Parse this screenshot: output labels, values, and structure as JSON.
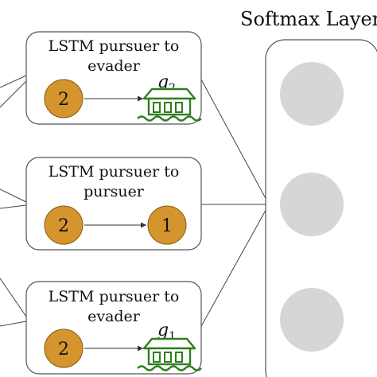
{
  "colors": {
    "agent_fill": "#D4952F",
    "agent_stroke": "#8A5A12",
    "goal_color": "#2E7D1E",
    "softmax_neuron": "#D6D6D6",
    "box_stroke": "#555555",
    "edge_stroke": "#444444"
  },
  "softmax": {
    "title": "Softmax Layer",
    "neuron_count": 3
  },
  "lstm_boxes": [
    {
      "line1": "LSTM pursuer to",
      "line2": "evader",
      "source_label": "2",
      "target_kind": "goal",
      "goal_base": "g",
      "goal_sub": "2",
      "goal_icon": "house-goal-icon"
    },
    {
      "line1": "LSTM pursuer to",
      "line2": "pursuer",
      "source_label": "2",
      "target_kind": "agent",
      "target_label": "1"
    },
    {
      "line1": "LSTM pursuer to",
      "line2": "evader",
      "source_label": "2",
      "target_kind": "goal",
      "goal_base": "g",
      "goal_sub": "1",
      "goal_icon": "house-goal-icon"
    }
  ]
}
